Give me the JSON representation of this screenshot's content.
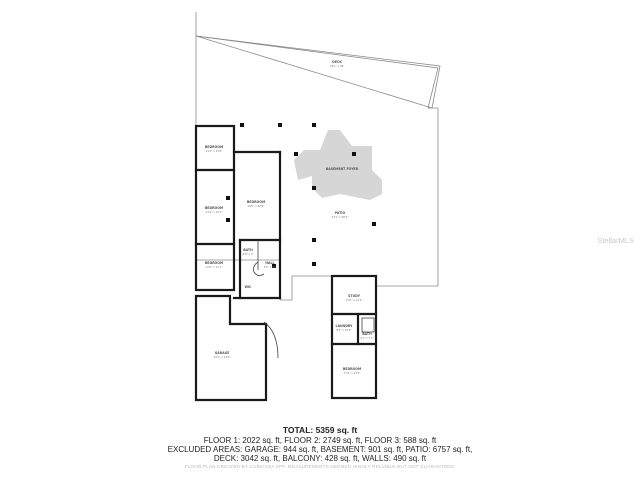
{
  "rooms": [
    {
      "id": "deck",
      "name": "DECK",
      "dims": "32'1\" x 38'"
    },
    {
      "id": "bedroom1",
      "name": "BEDROOM",
      "dims": "14'2\" x 12'0\""
    },
    {
      "id": "bedroom2",
      "name": "BEDROOM",
      "dims": "14'1\" x 12'1\""
    },
    {
      "id": "bedroom3",
      "name": "BEDROOM",
      "dims": "12'0\" x 11'1\""
    },
    {
      "id": "bedroom_main",
      "name": "BEDROOM",
      "dims": "18'0\" x 32'3\""
    },
    {
      "id": "basement",
      "name": "BASEMENT FOYER",
      "dims": ""
    },
    {
      "id": "patio",
      "name": "PATIO",
      "dims": "43'1\" x 58'2\""
    },
    {
      "id": "bath1",
      "name": "BATH",
      "dims": "8'6\" x 7'"
    },
    {
      "id": "hall",
      "name": "HALL",
      "dims": "5'5\" x 12'"
    },
    {
      "id": "wic",
      "name": "WIC",
      "dims": ""
    },
    {
      "id": "garage",
      "name": "GARAGE",
      "dims": "34'1\" x 24'0\""
    },
    {
      "id": "study",
      "name": "STUDY",
      "dims": "11'0\" x 11'2\""
    },
    {
      "id": "laundry",
      "name": "LAUNDRY",
      "dims": "8'5\" x 10'5\""
    },
    {
      "id": "bath2",
      "name": "BATH",
      "dims": "5'1\" x 7'1\""
    },
    {
      "id": "bedroom_right",
      "name": "BEDROOM",
      "dims": "17'4\" x 19'3\""
    }
  ],
  "summary": {
    "total": "TOTAL: 5359 sq. ft",
    "floors": "FLOOR 1: 2022 sq. ft, FLOOR 2: 2749 sq. ft, FLOOR 3: 588 sq. ft",
    "excluded_1": "EXCLUDED AREAS: GARAGE: 944 sq. ft, BASEMENT: 901 sq. ft, PATIO: 6757 sq. ft,",
    "excluded_2": "DECK: 3042 sq. ft, BALCONY: 428 sq. ft, WALLS: 490 sq. ft"
  },
  "disclaimer": "FLOOR PLAN CREATED BY CUBICASA APP. MEASUREMENTS DEEMED HIGHLY RELIABLE BUT NOT GUARANTEED.",
  "watermark": "StellarMLS"
}
